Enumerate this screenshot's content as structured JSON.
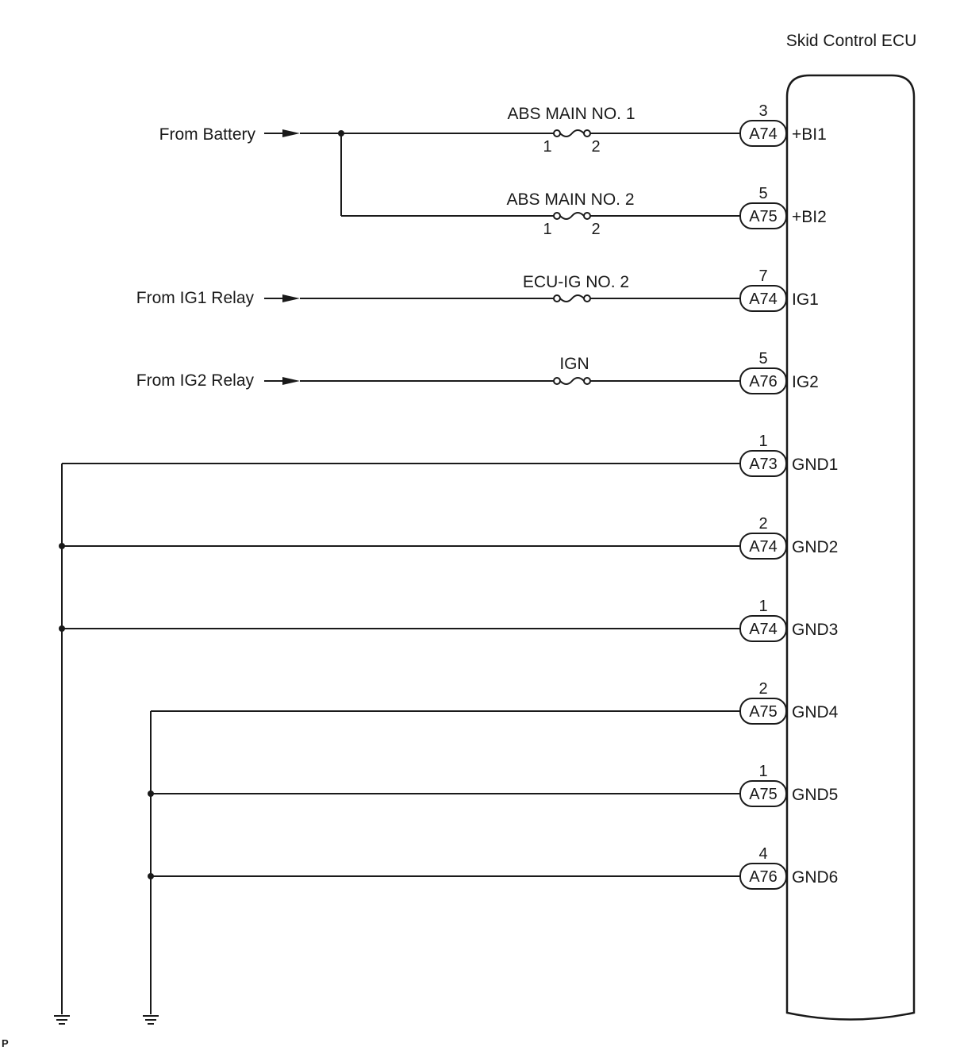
{
  "ecu": {
    "name": "Skid Control ECU"
  },
  "inputs": [
    {
      "label": "From Battery"
    },
    {
      "label": "From IG1 Relay"
    },
    {
      "label": "From IG2 Relay"
    }
  ],
  "fuses": [
    {
      "name": "ABS MAIN NO. 1",
      "pin_in": "1",
      "pin_out": "2"
    },
    {
      "name": "ABS MAIN NO. 2",
      "pin_in": "1",
      "pin_out": "2"
    },
    {
      "name": "ECU-IG NO. 2",
      "pin_in": "",
      "pin_out": ""
    },
    {
      "name": "IGN",
      "pin_in": "",
      "pin_out": ""
    }
  ],
  "terminals": [
    {
      "connector": "A74",
      "pin": "3",
      "signal": "+BI1"
    },
    {
      "connector": "A75",
      "pin": "5",
      "signal": "+BI2"
    },
    {
      "connector": "A74",
      "pin": "7",
      "signal": "IG1"
    },
    {
      "connector": "A76",
      "pin": "5",
      "signal": "IG2"
    },
    {
      "connector": "A73",
      "pin": "1",
      "signal": "GND1"
    },
    {
      "connector": "A74",
      "pin": "2",
      "signal": "GND2"
    },
    {
      "connector": "A74",
      "pin": "1",
      "signal": "GND3"
    },
    {
      "connector": "A75",
      "pin": "2",
      "signal": "GND4"
    },
    {
      "connector": "A75",
      "pin": "1",
      "signal": "GND5"
    },
    {
      "connector": "A76",
      "pin": "4",
      "signal": "GND6"
    }
  ],
  "corner_mark": "P"
}
